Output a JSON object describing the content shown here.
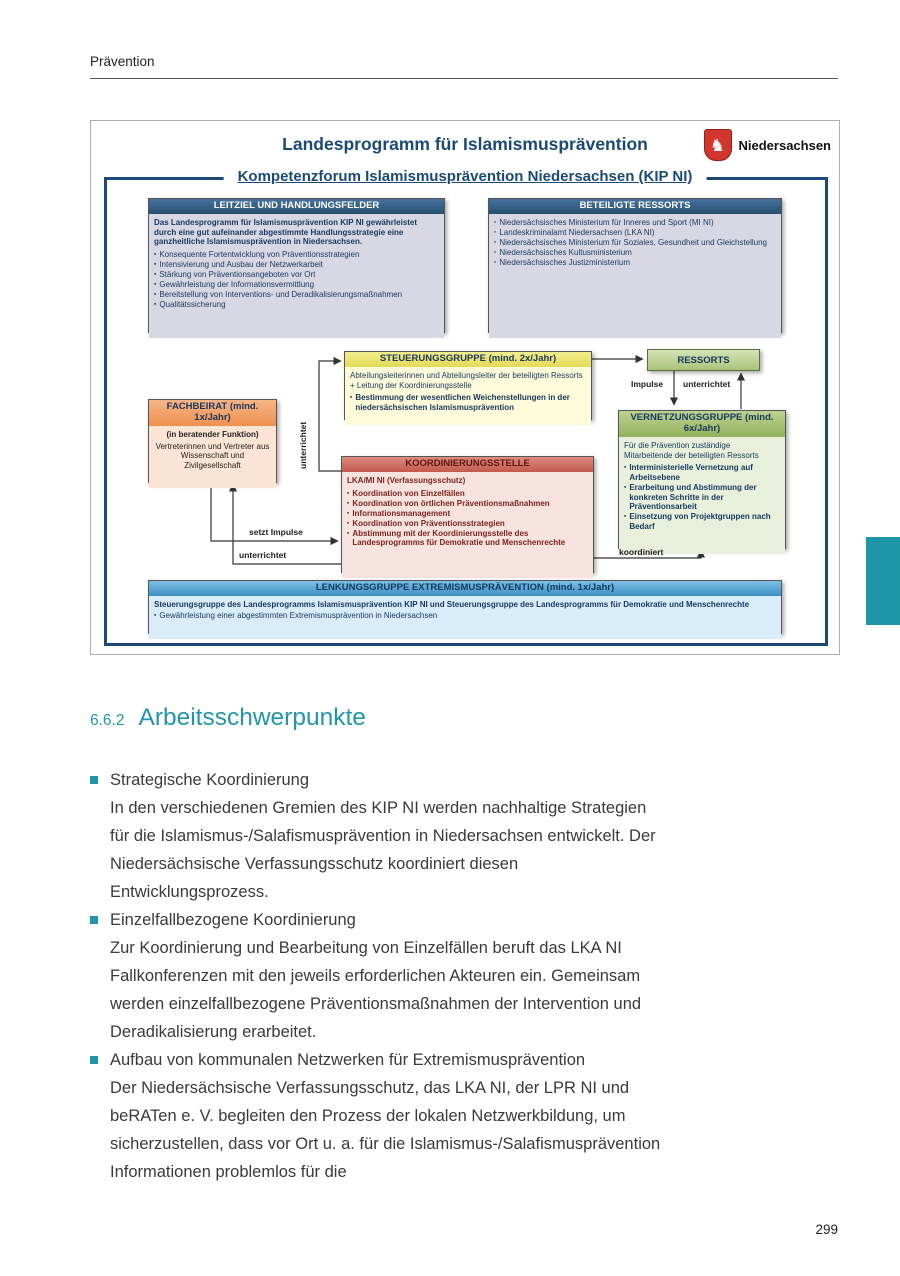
{
  "page": {
    "header": "Prävention",
    "page_number": "299"
  },
  "colors": {
    "accent_teal": "#2196AB",
    "dark_blue": "#1B4A77",
    "steuerung_yellow": "#EFE96E",
    "ressorts_green": "#B6CE8C",
    "fachbeirat_orange": "#F2A16B",
    "koordinierung_red": "#CD6A5E",
    "lenkung_blue": "#5FB0DC",
    "logo_red": "#D2352B"
  },
  "diagram": {
    "title": "Landesprogramm für Islamismusprävention",
    "subtitle": "Kompetenzforum Islamismusprävention Niedersachsen (KIP NI)",
    "logo_text": "Niedersachsen",
    "leitziel": {
      "title": "LEITZIEL UND HANDLUNGSFELDER",
      "intro": "Das Landesprogramm für Islamismusprävention KIP NI gewährleistet durch eine gut aufeinander abgestimmte Handlungsstrategie eine ganzheitliche Islamismusprävention in Niedersachsen.",
      "bullets": [
        "Konsequente Fortentwicklung von Präventionsstrategien",
        "Intensivierung und Ausbau der Netzwerkarbeit",
        "Stärkung von Präventionsangeboten vor Ort",
        "Gewährleistung der Informationsvermittlung",
        "Bereitstellung von Interventions- und Deradikalisierungsmaßnahmen",
        "Qualitätssicherung"
      ]
    },
    "beteiligte_ressorts": {
      "title": "BETEILIGTE RESSORTS",
      "bullets": [
        "Niedersächsisches Ministerium für Inneres und Sport (MI NI)",
        "Landeskriminalamt Niedersachsen (LKA NI)",
        "Niedersächsisches Ministerium für Soziales, Gesundheit und Gleichstellung",
        "Niedersächsisches Kultusministerium",
        "Niedersächsisches Justizministerium"
      ]
    },
    "steuerungsgruppe": {
      "title": "STEUERUNGSGRUPPE (mind. 2x/Jahr)",
      "intro": "Abteilungsleiterinnen und Abteilungsleiter der beteiligten Ressorts + Leitung der Koordinierungsstelle",
      "bullets": [
        "Bestimmung der wesentlichen Weichenstellungen in der niedersächsischen Islamismusprävention"
      ]
    },
    "ressorts": {
      "title": "RESSORTS"
    },
    "fachbeirat": {
      "title": "FACHBEIRAT (mind. 1x/Jahr)",
      "note": "(in beratender Funktion)",
      "text": "Vertreterinnen und Vertreter aus Wissenschaft und Zivilgesellschaft"
    },
    "vernetzungsgruppe": {
      "title": "VERNETZUNGSGRUPPE (mind. 6x/Jahr)",
      "intro": "Für die Prävention zuständige Mitarbeitende der beteiligten Ressorts",
      "bullets": [
        "Interministerielle Vernetzung auf Arbeitsebene",
        "Erarbeitung und Abstimmung der konkreten Schritte in der Präventionsarbeit",
        "Einsetzung von Projektgruppen nach Bedarf"
      ]
    },
    "koordinierungsstelle": {
      "title": "KOORDINIERUNGSSTELLE",
      "intro": "LKA/MI NI (Verfassungsschutz)",
      "bullets": [
        "Koordination von Einzelfällen",
        "Koordination von örtlichen Präventionsmaßnahmen",
        "Informationsmanagement",
        "Koordination von Präventionsstrategien",
        "Abstimmung mit der Koordinierungsstelle des Landesprogramms für Demokratie und Menschenrechte"
      ]
    },
    "lenkungsgruppe": {
      "title": "LENKUNGSGRUPPE EXTREMISMUSPRÄVENTION (mind. 1x/Jahr)",
      "intro": "Steuerungsgruppe des Landesprogramms Islamismusprävention KIP NI und Steuerungsgruppe des Landesprogramms für Demokratie und Menschenrechte",
      "bullets": [
        "Gewährleistung einer abgestimmten Extremismusprävention in Niedersachsen"
      ]
    },
    "connector_labels": {
      "koordinierungsstelle_unterrichtet": "unterrichtet",
      "impulse": "Impulse",
      "ressorts_unterrichtet": "unterrichtet",
      "setzt_impulse": "setzt Impulse",
      "fachbeirat_unterrichtet": "unterrichtet",
      "koordiniert": "koordiniert"
    }
  },
  "section": {
    "number": "6.6.2",
    "title": "Arbeitsschwerpunkte",
    "items": [
      {
        "title": "Strategische Koordinierung",
        "text": "In den verschiedenen Gremien des KIP NI werden nachhaltige Strategien für die Islamismus-/Salafismusprävention in Niedersachsen entwickelt. Der Niedersächsische Verfassungsschutz koordiniert diesen Entwicklungsprozess."
      },
      {
        "title": "Einzelfallbezogene Koordinierung",
        "text": "Zur Koordinierung und Bearbeitung von Einzelfällen beruft das LKA NI Fallkonferenzen mit den jeweils erforderlichen Akteuren ein. Gemeinsam werden einzelfallbezogene Präventionsmaßnahmen der Intervention und Deradikalisierung erarbeitet."
      },
      {
        "title": "Aufbau von kommunalen Netzwerken für Extremismusprävention",
        "text": "Der Niedersächsische Verfassungsschutz, das LKA NI, der LPR NI und beRATen e. V. begleiten den Prozess der lokalen Netzwerkbildung, um sicherzustellen, dass vor Ort u. a. für die Islamismus-/Salafismusprävention Informationen problemlos für die"
      }
    ]
  }
}
